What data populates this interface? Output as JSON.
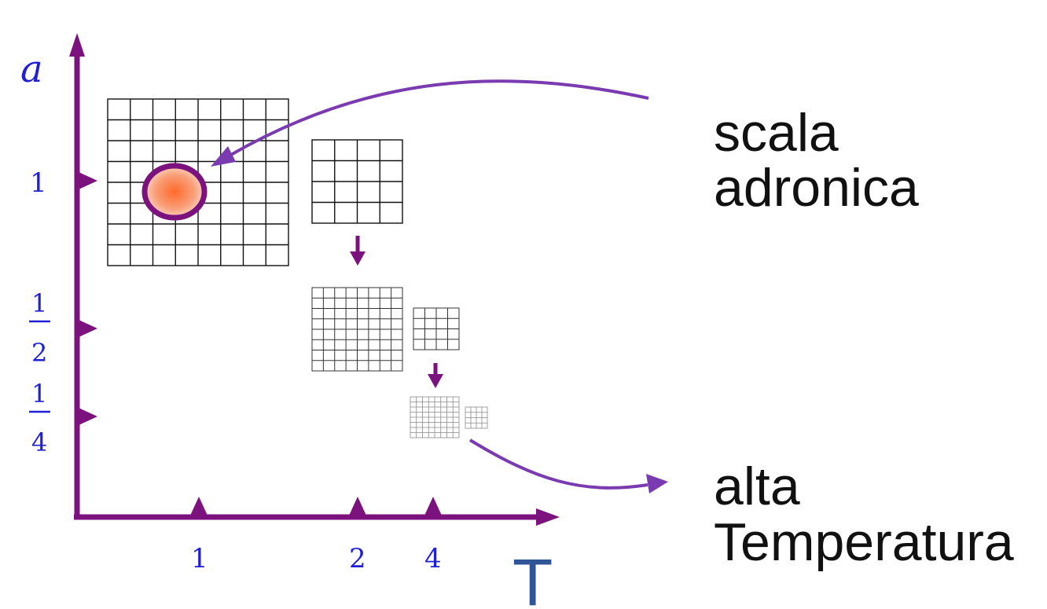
{
  "y_axis": {
    "symbol": "a",
    "ticks": [
      {
        "label": "1",
        "value": 1
      },
      {
        "numerator": "1",
        "denominator": "2",
        "value": 0.5
      },
      {
        "numerator": "1",
        "denominator": "4",
        "value": 0.25
      }
    ]
  },
  "x_axis": {
    "symbol": "T",
    "ticks": [
      "1",
      "2",
      "4"
    ]
  },
  "annotations": {
    "hadronic_line1": "scala",
    "hadronic_line2": "adronica",
    "high_temp_line1": "alta",
    "high_temp_line2": "Temperatura"
  },
  "colors": {
    "axis": "#7b127d",
    "tick_text": "#1f1fd6",
    "curve_arrow": "#7b3bb0",
    "hadron_fill": "#f58a50",
    "hadron_outline": "#7b127d",
    "t_label": "#2f5597"
  }
}
